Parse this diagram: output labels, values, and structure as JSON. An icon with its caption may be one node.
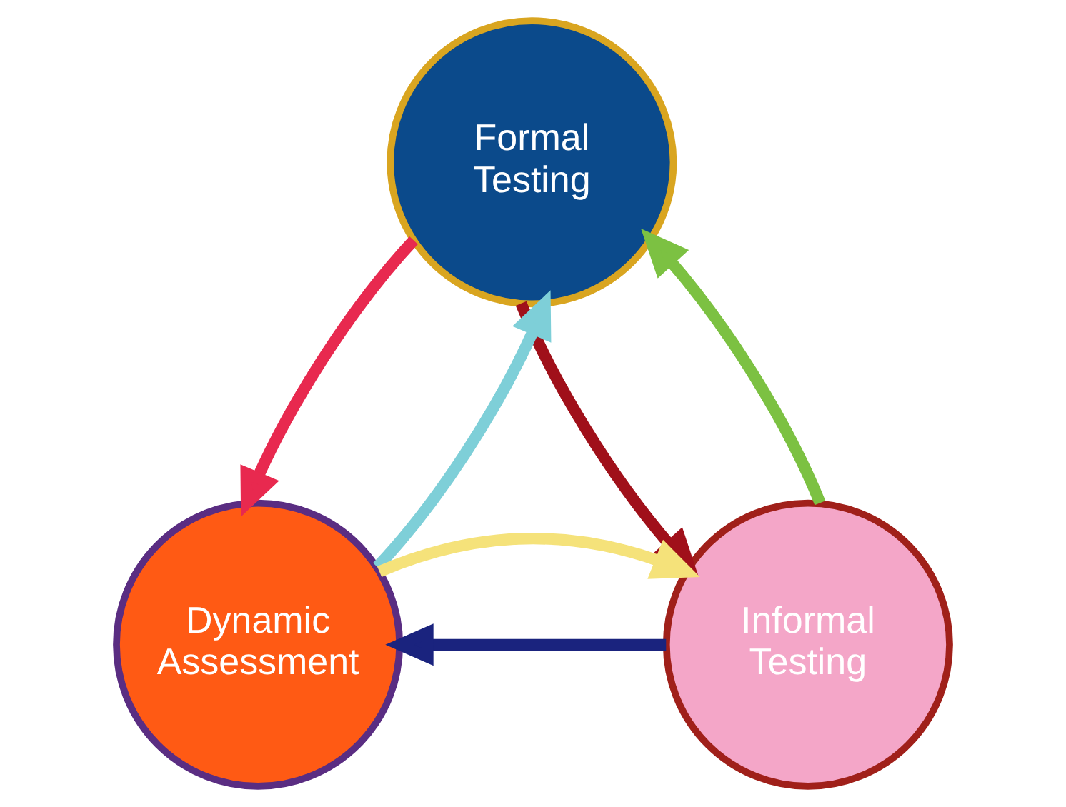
{
  "diagram": {
    "nodes": [
      {
        "text": [
          "Formal Testing"
        ]
      },
      {
        "text": [
          "Dynamic Assessment"
        ]
      },
      {
        "text": [
          "Informal Testing"
        ]
      }
    ],
    "edges": [
      {
        "from": 0,
        "to": 1,
        "arrow": "to",
        "color": "#e8294f"
      },
      {
        "from": 1,
        "to": 0,
        "arrow": "to",
        "color": "#7ecfd8"
      },
      {
        "from": 2,
        "to": 1,
        "arrow": "to",
        "color": "#1a237e"
      },
      {
        "from": 1,
        "to": 2,
        "arrow": "to",
        "color": "#f5e27a"
      },
      {
        "from": 2,
        "to": 0,
        "arrow": "to",
        "color": "#7cc142"
      },
      {
        "from": 0,
        "to": 2,
        "arrow": "to",
        "color": "#a0101a"
      }
    ]
  }
}
